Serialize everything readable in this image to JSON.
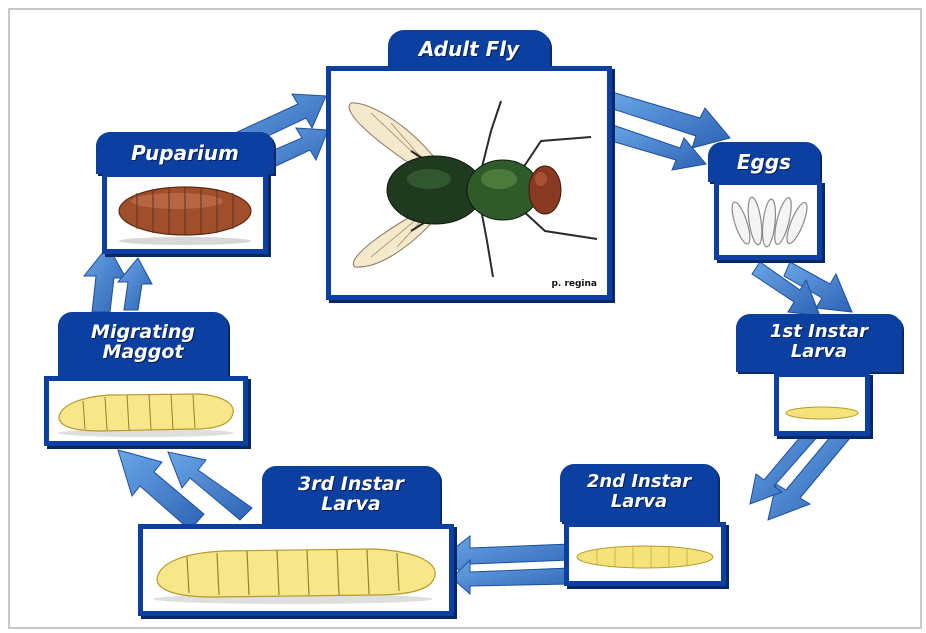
{
  "stages": {
    "adult_fly": {
      "title": "Adult Fly",
      "caption": "p. regina"
    },
    "eggs": {
      "title": "Eggs"
    },
    "first_instar": {
      "title_line1": "1st Instar",
      "title_line2": "Larva"
    },
    "second_instar": {
      "title_line1": "2nd Instar",
      "title_line2": "Larva"
    },
    "third_instar": {
      "title_line1": "3rd Instar",
      "title_line2": "Larva"
    },
    "migrating_maggot": {
      "title_line1": "Migrating",
      "title_line2": "Maggot"
    },
    "puparium": {
      "title": "Puparium"
    }
  },
  "colors": {
    "tab": "#0b3fa0",
    "arrow": "#3e7fcf",
    "larva": "#f5e27a",
    "puparium": "#a04f2c",
    "fly_body": "#1f3a1e"
  }
}
